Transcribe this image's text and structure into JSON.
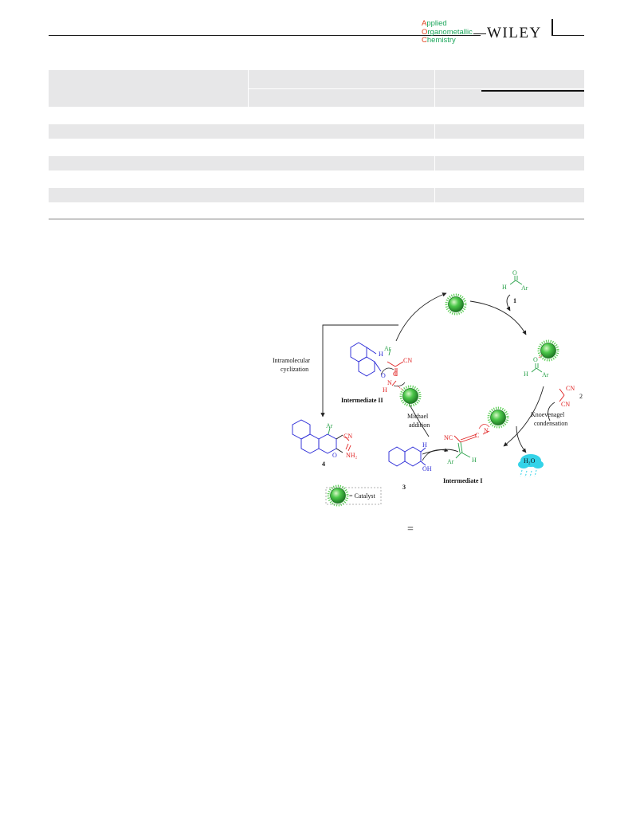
{
  "header": {
    "journal_line1_cap": "A",
    "journal_line1_rest": "pplied",
    "journal_line2_cap": "O",
    "journal_line2_rest": "rganometallic",
    "journal_line3_cap": "C",
    "journal_line3_rest": "hemistry",
    "publisher": "WILEY"
  },
  "scheme": {
    "labels": {
      "compound1": "1",
      "compound2": "2",
      "compound3": "3",
      "compound4": "4",
      "intermediate1": "Intermediate I",
      "intermediate2": "Intermediate II",
      "step_knoevenagel_1": "Knoevenagel",
      "step_knoevenagel_2": "condensation",
      "step_michael_1": "Michael",
      "step_michael_2": "addition",
      "step_cyclization_1": "Intramolecular",
      "step_cyclization_2": "cyclization",
      "water": "H₂O",
      "legend": "= Catalyst"
    },
    "atoms": {
      "aldehyde_O": "O",
      "aldehyde_H": "H",
      "aldehyde_Ar": "Ar",
      "bound_O": "O",
      "bound_H": "H",
      "bound_Ar": "Ar",
      "malono_CN_top": "CN",
      "malono_CN_bottom": "CN",
      "int1_NC": "NC",
      "int1_C": "C",
      "int1_N": "N",
      "int1_Ar": "Ar",
      "int1_H": "H",
      "naphthol_H": "H",
      "naphthol_OH": "OH",
      "int2_Ar": "Ar",
      "int2_H": "H",
      "int2_CN": "CN",
      "int2_O": "O",
      "int2_C": "C",
      "int2_N": "N",
      "int2_NH": "H",
      "prod_Ar": "Ar",
      "prod_CN": "CN",
      "prod_O": "O",
      "prod_NH2": "NH₂"
    },
    "colors": {
      "catalyst": "#3db83d",
      "reagent": "#2aa24a",
      "nitrile": "#e02020",
      "naphthyl": "#2525d6",
      "water": "#34d3e8"
    }
  },
  "footer": {
    "equals": "="
  }
}
